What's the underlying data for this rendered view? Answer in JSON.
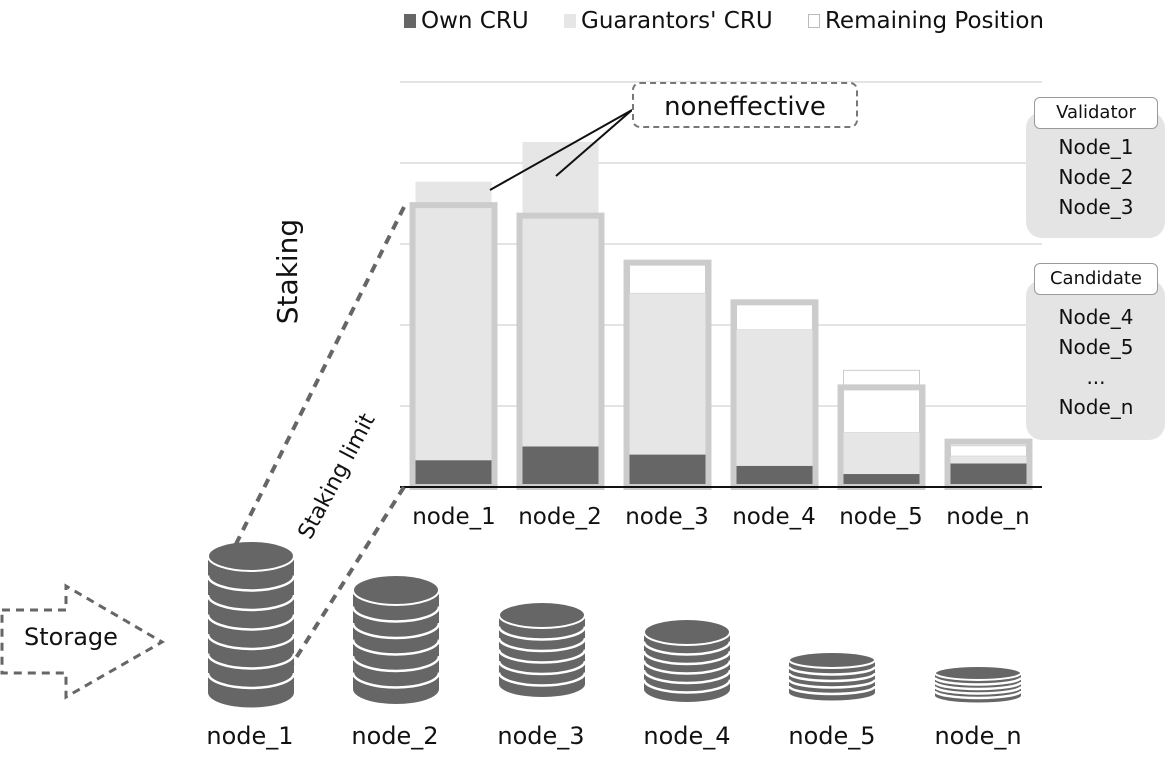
{
  "legend": {
    "own": "Own CRU",
    "guarantors": "Guarantors' CRU",
    "remaining": "Remaining Position"
  },
  "labels": {
    "staking": "Staking",
    "staking_limit": "Staking limit",
    "storage": "Storage",
    "noneffective": "noneffective"
  },
  "validator": {
    "title": "Validator",
    "items": [
      "Node_1",
      "Node_2",
      "Node_3"
    ]
  },
  "candidate": {
    "title": "Candidate",
    "items": [
      "Node_4",
      "Node_5",
      "...",
      "Node_n"
    ]
  },
  "nodes": [
    "node_1",
    "node_2",
    "node_3",
    "node_4",
    "node_5",
    "node_n"
  ],
  "chart_data": {
    "type": "bar",
    "categories": [
      "node_1",
      "node_2",
      "node_3",
      "node_4",
      "node_5",
      "node_n"
    ],
    "series": [
      {
        "name": "Own CRU",
        "values": [
          0.33,
          0.5,
          0.4,
          0.26,
          0.16,
          0.29
        ]
      },
      {
        "name": "Guarantors' CRU",
        "values": [
          3.44,
          3.76,
          1.99,
          1.68,
          0.51,
          0.09
        ]
      },
      {
        "name": "Remaining Position",
        "values": [
          0,
          0,
          0.36,
          0.33,
          0.77,
          0.13
        ]
      }
    ],
    "staking_limit": [
      3.48,
      3.35,
      2.77,
      2.28,
      1.23,
      0.56
    ],
    "ylim": [
      0,
      5
    ],
    "grid": true
  },
  "storage_stacks": [
    {
      "node": "node_1",
      "layers": 7
    },
    {
      "node": "node_2",
      "layers": 6
    },
    {
      "node": "node_3",
      "layers": 6
    },
    {
      "node": "node_4",
      "layers": 6
    },
    {
      "node": "node_5",
      "layers": 5
    },
    {
      "node": "node_n",
      "layers": 5
    }
  ],
  "colors": {
    "own": "#666666",
    "guarantors": "#e6e6e6",
    "remaining": "#ffffff",
    "limit": "#cccccc",
    "panel": "#e4e4e4",
    "disk": "#666666"
  }
}
